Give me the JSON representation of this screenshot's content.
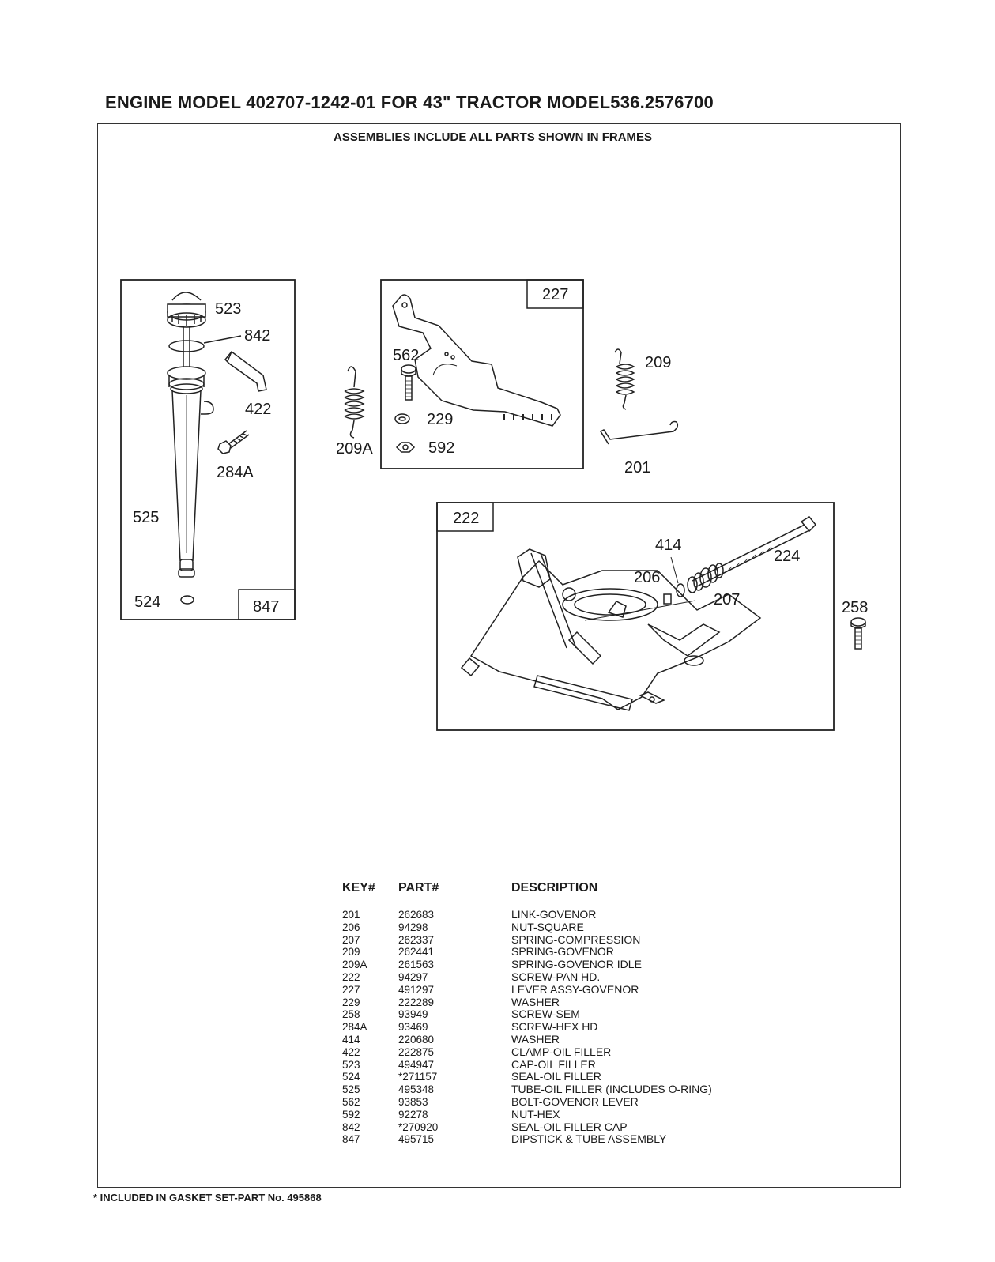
{
  "title": "ENGINE MODEL 402707-1242-01 FOR 43\" TRACTOR MODEL536.2576700",
  "subtitle": "ASSEMBLIES INCLUDE ALL PARTS SHOWN IN FRAMES",
  "callouts": {
    "c523": "523",
    "c842": "842",
    "c422": "422",
    "c284A": "284A",
    "c525": "525",
    "c524": "524",
    "c847": "847",
    "c227": "227",
    "c562": "562",
    "c229": "229",
    "c592": "592",
    "c209A": "209A",
    "c209": "209",
    "c201": "201",
    "c222": "222",
    "c414": "414",
    "c224": "224",
    "c206": "206",
    "c207": "207",
    "c258": "258"
  },
  "table": {
    "headers": {
      "key": "KEY#",
      "part": "PART#",
      "description": "DESCRIPTION"
    },
    "rows": [
      {
        "key": "201",
        "part": "262683",
        "description": "LINK-GOVENOR"
      },
      {
        "key": "206",
        "part": "94298",
        "description": "NUT-SQUARE"
      },
      {
        "key": "207",
        "part": "262337",
        "description": "SPRING-COMPRESSION"
      },
      {
        "key": "209",
        "part": "262441",
        "description": "SPRING-GOVENOR"
      },
      {
        "key": "209A",
        "part": "261563",
        "description": "SPRING-GOVENOR IDLE"
      },
      {
        "key": "222",
        "part": "94297",
        "description": "SCREW-PAN HD."
      },
      {
        "key": "227",
        "part": "491297",
        "description": "LEVER ASSY-GOVENOR"
      },
      {
        "key": "229",
        "part": "222289",
        "description": "WASHER"
      },
      {
        "key": "258",
        "part": "93949",
        "description": "SCREW-SEM"
      },
      {
        "key": "284A",
        "part": "93469",
        "description": "SCREW-HEX HD"
      },
      {
        "key": "414",
        "part": "220680",
        "description": "WASHER"
      },
      {
        "key": "422",
        "part": "222875",
        "description": "CLAMP-OIL FILLER"
      },
      {
        "key": "523",
        "part": "494947",
        "description": "CAP-OIL FILLER"
      },
      {
        "key": "524",
        "part": "*271157",
        "description": "SEAL-OIL FILLER"
      },
      {
        "key": "525",
        "part": "495348",
        "description": "TUBE-OIL FILLER (INCLUDES O-RING)"
      },
      {
        "key": "562",
        "part": "93853",
        "description": "BOLT-GOVENOR LEVER"
      },
      {
        "key": "592",
        "part": "92278",
        "description": "NUT-HEX"
      },
      {
        "key": "842",
        "part": "*270920",
        "description": "SEAL-OIL FILLER CAP"
      },
      {
        "key": "847",
        "part": "495715",
        "description": "DIPSTICK & TUBE ASSEMBLY"
      }
    ]
  },
  "footnote": "* INCLUDED IN GASKET SET-PART No. 495868"
}
